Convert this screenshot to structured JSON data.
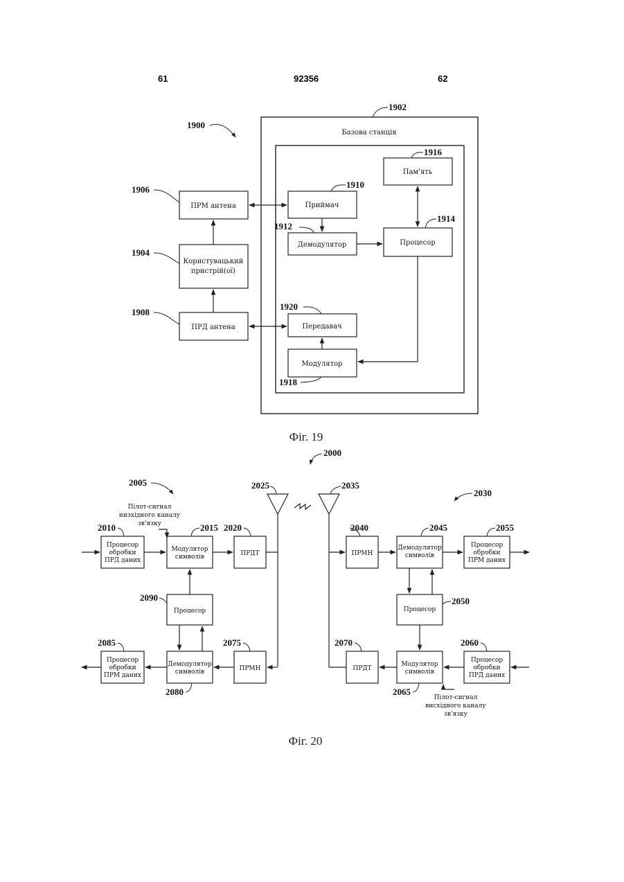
{
  "header": {
    "left": "61",
    "center": "92356",
    "right": "62"
  },
  "fig19": {
    "caption": "Фіг. 19",
    "refs": {
      "fig": "1900",
      "station": "1902",
      "user": "1904",
      "rx_ant": "1906",
      "tx_ant": "1908",
      "receiver": "1910",
      "demod": "1912",
      "processor": "1914",
      "memory": "1916",
      "modulator": "1918",
      "transmitter": "1920"
    },
    "labels": {
      "station": "Базова станція",
      "memory": "Пам'ять",
      "receiver": "Приймач",
      "demod": "Демодулятор",
      "processor": "Процесор",
      "transmitter": "Передавач",
      "modulator": "Модулятор",
      "rx_ant": "ПРМ антена",
      "tx_ant": "ПРД антена",
      "user_1": "Користувацький",
      "user_2": "пристрій(ої)"
    }
  },
  "fig20": {
    "caption": "Фіг. 20",
    "refs": {
      "fig": "2000",
      "left_group": "2005",
      "right_group": "2030",
      "tx_data": "2010",
      "sym_mod_l": "2015",
      "prdt_l": "2020",
      "ant_l": "2025",
      "ant_r": "2035",
      "prmn_r": "2040",
      "sym_demod_r": "2045",
      "proc_r": "2050",
      "rx_data_r": "2055",
      "tx_data_r": "2060",
      "sym_mod_r": "2065",
      "prdt_r": "2070",
      "prmn_l": "2075",
      "sym_demod_l": "2080",
      "rx_data_l": "2085",
      "proc_l": "2090"
    },
    "labels": {
      "tx_proc_l": [
        "Процесор",
        "обробки",
        "ПРД даних"
      ],
      "sym_mod_l": [
        "Модулятор",
        "символів"
      ],
      "prdt_l": "ПРДТ",
      "proc_l": "Процесор",
      "rx_proc_l": [
        "Процесор",
        "обробки",
        "ПРМ даних"
      ],
      "sym_demod_l": [
        "Демодулятор",
        "символів"
      ],
      "prmn_l": "ПРМН",
      "prmn_r": "ПРМН",
      "sym_demod_r": [
        "Демодулятор",
        "символів"
      ],
      "rx_proc_r": [
        "Процесор",
        "обробки",
        "ПРМ даних"
      ],
      "proc_r": "Процесор",
      "prdt_r": "ПРДТ",
      "sym_mod_r": [
        "Модулятор",
        "символів"
      ],
      "tx_proc_r": [
        "Процесор",
        "обробки",
        "ПРД даних"
      ],
      "pilot_down": [
        "Пілот-сигнал",
        "низхідного каналу",
        "зв'язку"
      ],
      "pilot_up": [
        "Пілот-сигнал",
        "висхідного каналу",
        "зв'язку"
      ]
    }
  }
}
